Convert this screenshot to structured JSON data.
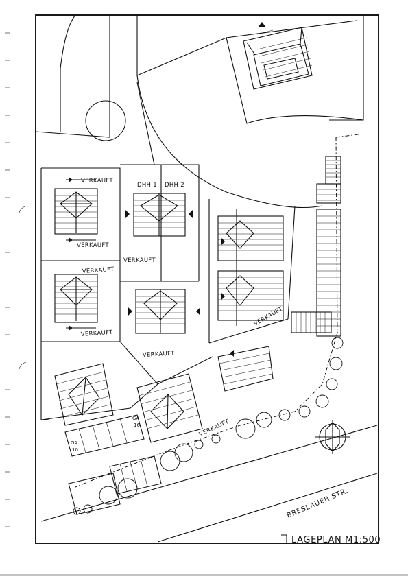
{
  "plan": {
    "title": "LAGEPLAN M1:500",
    "street": "BRESLAUER STR.",
    "labels": {
      "sold_1": "VERKAUFT",
      "sold_2": "VERKAUFT",
      "sold_3": "VERKAUFT",
      "sold_4": "VERKAUFT",
      "sold_5": "VERKAUFT",
      "sold_6": "VERKAUFT",
      "sold_7": "VERKAUFT",
      "sold_8": "VERKAUFT",
      "dhh1": "DHH 1",
      "dhh2": "DHH 2",
      "garage_a_top": "GA",
      "garage_a_bottom": "10",
      "garage_b_top": "GA",
      "garage_b_bottom": "16"
    }
  }
}
